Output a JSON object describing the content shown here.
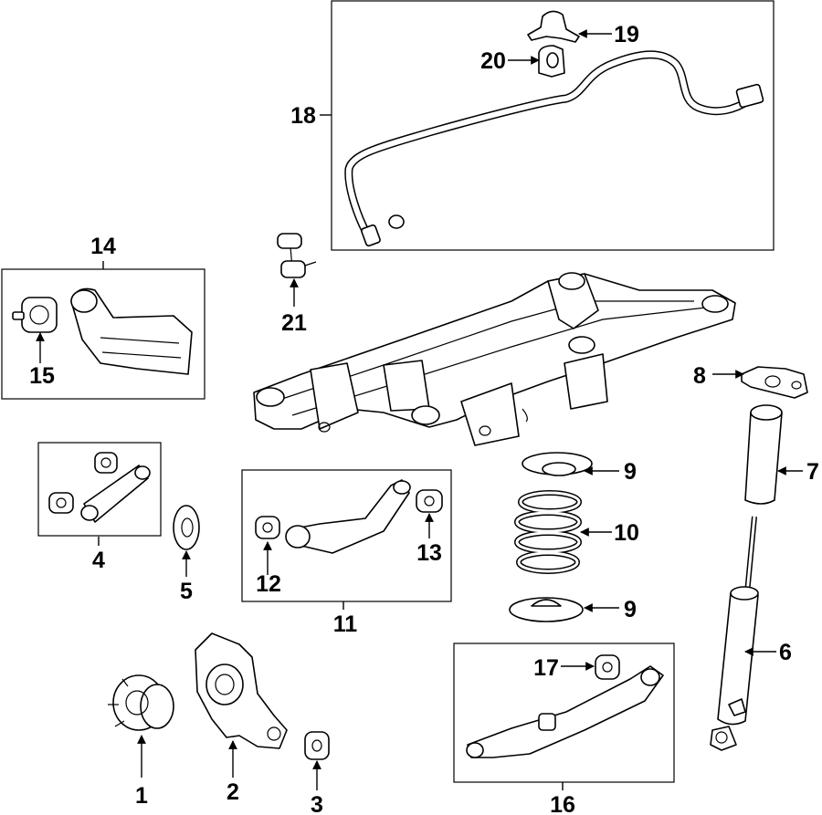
{
  "callouts": {
    "c1": "1",
    "c2": "2",
    "c3": "3",
    "c4": "4",
    "c5": "5",
    "c6": "6",
    "c7": "7",
    "c8": "8",
    "c9a": "9",
    "c9b": "9",
    "c10": "10",
    "c11": "11",
    "c12": "12",
    "c13": "13",
    "c14": "14",
    "c15": "15",
    "c16": "16",
    "c17": "17",
    "c18": "18",
    "c19": "19",
    "c20": "20",
    "c21": "21"
  }
}
